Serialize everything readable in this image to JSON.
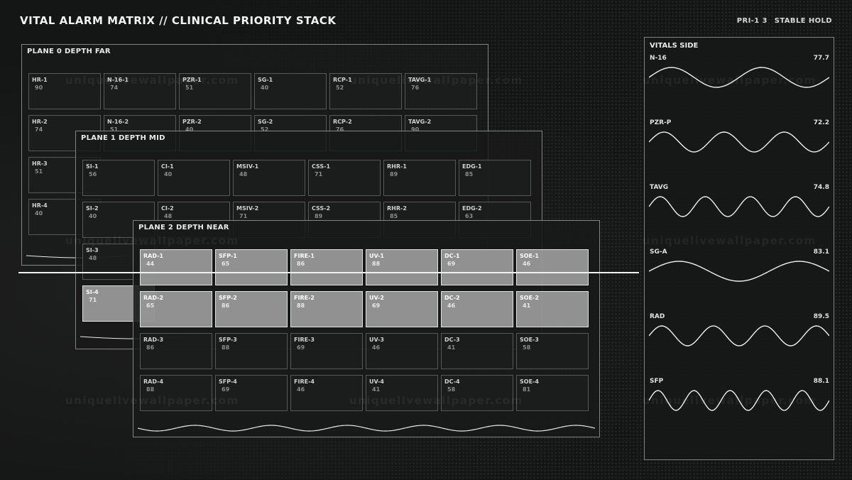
{
  "header": {
    "title": "VITAL ALARM MATRIX  //  CLINICAL PRIORITY STACK",
    "status_code": "PRI-1 3",
    "status_mode": "STABLE HOLD"
  },
  "planes": [
    {
      "label": "PLANE 0  DEPTH FAR",
      "cells": [
        [
          {
            "label": "HR-1",
            "value": "90"
          },
          {
            "label": "N-16-1",
            "value": "74"
          },
          {
            "label": "PZR-1",
            "value": "51"
          },
          {
            "label": "SG-1",
            "value": "40"
          },
          {
            "label": "RCP-1",
            "value": "52"
          },
          {
            "label": "TAVG-1",
            "value": "76"
          }
        ],
        [
          {
            "label": "HR-2",
            "value": "74"
          },
          {
            "label": "N-16-2",
            "value": "51"
          },
          {
            "label": "PZR-2",
            "value": "40"
          },
          {
            "label": "SG-2",
            "value": "52"
          },
          {
            "label": "RCP-2",
            "value": "76"
          },
          {
            "label": "TAVG-2",
            "value": "90"
          }
        ],
        [
          {
            "label": "HR-3",
            "value": "51"
          }
        ],
        [
          {
            "label": "HR-4",
            "value": "40"
          }
        ]
      ]
    },
    {
      "label": "PLANE 1  DEPTH MID",
      "cells": [
        [
          {
            "label": "SI-1",
            "value": "56"
          },
          {
            "label": "CI-1",
            "value": "40"
          },
          {
            "label": "MSIV-1",
            "value": "48"
          },
          {
            "label": "CSS-1",
            "value": "71"
          },
          {
            "label": "RHR-1",
            "value": "89"
          },
          {
            "label": "EDG-1",
            "value": "85"
          }
        ],
        [
          {
            "label": "SI-2",
            "value": "40"
          },
          {
            "label": "CI-2",
            "value": "48"
          },
          {
            "label": "MSIV-2",
            "value": "71"
          },
          {
            "label": "CSS-2",
            "value": "89"
          },
          {
            "label": "RHR-2",
            "value": "85"
          },
          {
            "label": "EDG-2",
            "value": "63"
          }
        ],
        [
          {
            "label": "SI-3",
            "value": "48"
          }
        ],
        [
          {
            "label": "SI-4",
            "value": "71"
          }
        ]
      ]
    },
    {
      "label": "PLANE 2  DEPTH NEAR",
      "cells": [
        [
          {
            "label": "RAD-1",
            "value": "44"
          },
          {
            "label": "SFP-1",
            "value": "65"
          },
          {
            "label": "FIRE-1",
            "value": "86"
          },
          {
            "label": "UV-1",
            "value": "88"
          },
          {
            "label": "DC-1",
            "value": "69"
          },
          {
            "label": "SOE-1",
            "value": "46"
          }
        ],
        [
          {
            "label": "RAD-2",
            "value": "65"
          },
          {
            "label": "SFP-2",
            "value": "86"
          },
          {
            "label": "FIRE-2",
            "value": "88"
          },
          {
            "label": "UV-2",
            "value": "69"
          },
          {
            "label": "DC-2",
            "value": "46"
          },
          {
            "label": "SOE-2",
            "value": "41"
          }
        ],
        [
          {
            "label": "RAD-3",
            "value": "86"
          },
          {
            "label": "SFP-3",
            "value": "88"
          },
          {
            "label": "FIRE-3",
            "value": "69"
          },
          {
            "label": "UV-3",
            "value": "46"
          },
          {
            "label": "DC-3",
            "value": "41"
          },
          {
            "label": "SOE-3",
            "value": "58"
          }
        ],
        [
          {
            "label": "RAD-4",
            "value": "88"
          },
          {
            "label": "SFP-4",
            "value": "69"
          },
          {
            "label": "FIRE-4",
            "value": "46"
          },
          {
            "label": "UV-4",
            "value": "41"
          },
          {
            "label": "DC-4",
            "value": "58"
          },
          {
            "label": "SOE-4",
            "value": "81"
          }
        ]
      ]
    }
  ],
  "vitals": {
    "title": "VITALS SIDE",
    "items": [
      {
        "name": "N-16",
        "value": "77.7",
        "cycles": 2.0
      },
      {
        "name": "PZR-P",
        "value": "72.2",
        "cycles": 3.0
      },
      {
        "name": "TAVG",
        "value": "74.8",
        "cycles": 4.0
      },
      {
        "name": "SG-A",
        "value": "83.1",
        "cycles": 1.5
      },
      {
        "name": "RAD",
        "value": "89.5",
        "cycles": 3.5
      },
      {
        "name": "SFP",
        "value": "88.1",
        "cycles": 5.0
      }
    ]
  },
  "watermark": "uniquelivewallpaper.com",
  "colors": {
    "accent": "#f0f0f0",
    "hot_cell": "#b4b4b4",
    "panel": "#181919"
  }
}
